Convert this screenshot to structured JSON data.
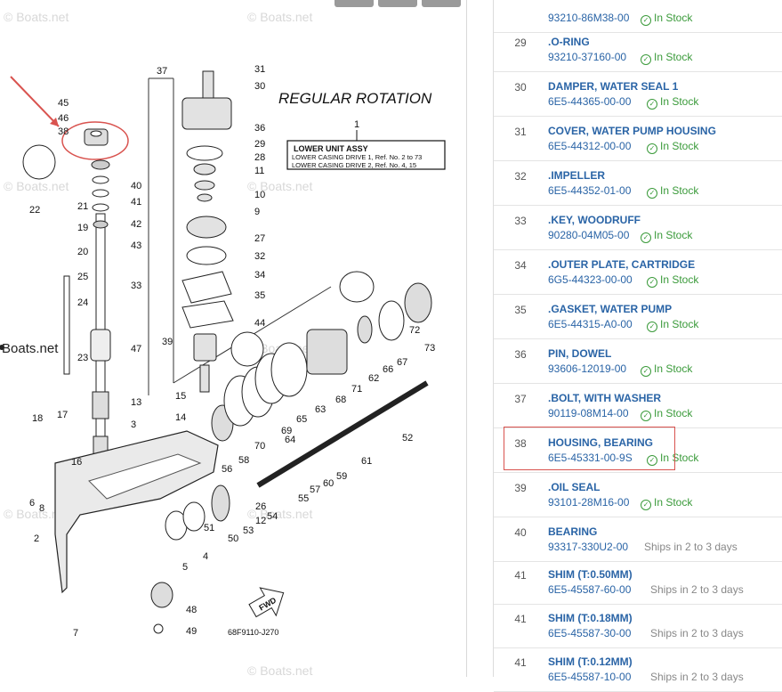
{
  "toolbar": {
    "buttons": 3
  },
  "diagram": {
    "watermark": "© Boats.net",
    "watermark_partial": "Boats.net",
    "title": "REGULAR ROTATION",
    "box_ref": "1",
    "box_heading": "LOWER UNIT ASSY",
    "box_line1": "LOWER CASING DRIVE 1,  Ref. No. 2 to 73",
    "box_line2": "LOWER CASING DRIVE 2,  Ref. No. 4, 15",
    "code": "68F9110-J270",
    "fwd": "FWD",
    "labels": [
      "37",
      "31",
      "30",
      "45",
      "46",
      "38",
      "36",
      "29",
      "28",
      "11",
      "52",
      "10",
      "9",
      "27",
      "32",
      "34",
      "35",
      "44",
      "22",
      "21",
      "19",
      "20",
      "25",
      "24",
      "33",
      "39",
      "47",
      "23",
      "13",
      "15",
      "14",
      "3",
      "18",
      "17",
      "16",
      "6",
      "8",
      "2",
      "5",
      "4",
      "50",
      "51",
      "53",
      "54",
      "55",
      "56",
      "57",
      "58",
      "59",
      "60",
      "61",
      "62",
      "63",
      "64",
      "65",
      "66",
      "67",
      "68",
      "69",
      "70",
      "71",
      "72",
      "73",
      "48",
      "49",
      "7",
      "40",
      "41",
      "42",
      "43",
      "26",
      "12"
    ]
  },
  "parts": [
    {
      "ref": "",
      "name": "",
      "part_number": "93210-86M38-00",
      "status": "In Stock",
      "in_stock": true
    },
    {
      "ref": "29",
      "name": ".O-RING",
      "part_number": "93210-37160-00",
      "status": "In Stock",
      "in_stock": true
    },
    {
      "ref": "30",
      "name": "DAMPER, WATER SEAL 1",
      "part_number": "6E5-44365-00-00",
      "status": "In Stock",
      "in_stock": true
    },
    {
      "ref": "31",
      "name": "COVER, WATER PUMP HOUSING",
      "part_number": "6E5-44312-00-00",
      "status": "In Stock",
      "in_stock": true
    },
    {
      "ref": "32",
      "name": ".IMPELLER",
      "part_number": "6E5-44352-01-00",
      "status": "In Stock",
      "in_stock": true
    },
    {
      "ref": "33",
      "name": ".KEY, WOODRUFF",
      "part_number": "90280-04M05-00",
      "status": "In Stock",
      "in_stock": true
    },
    {
      "ref": "34",
      "name": ".OUTER PLATE, CARTRIDGE",
      "part_number": "6G5-44323-00-00",
      "status": "In Stock",
      "in_stock": true
    },
    {
      "ref": "35",
      "name": ".GASKET, WATER PUMP",
      "part_number": "6E5-44315-A0-00",
      "status": "In Stock",
      "in_stock": true
    },
    {
      "ref": "36",
      "name": "PIN, DOWEL",
      "part_number": "93606-12019-00",
      "status": "In Stock",
      "in_stock": true
    },
    {
      "ref": "37",
      "name": ".BOLT, WITH WASHER",
      "part_number": "90119-08M14-00",
      "status": "In Stock",
      "in_stock": true
    },
    {
      "ref": "38",
      "name": "HOUSING, BEARING",
      "part_number": "6E5-45331-00-9S",
      "status": "In Stock",
      "in_stock": true
    },
    {
      "ref": "39",
      "name": ".OIL SEAL",
      "part_number": "93101-28M16-00",
      "status": "In Stock",
      "in_stock": true
    },
    {
      "ref": "40",
      "name": "BEARING",
      "part_number": "93317-330U2-00",
      "status": "Ships in 2 to 3 days",
      "in_stock": false
    },
    {
      "ref": "41",
      "name": "SHIM (T:0.50MM)",
      "part_number": "6E5-45587-60-00",
      "status": "Ships in 2 to 3 days",
      "in_stock": false
    },
    {
      "ref": "41",
      "name": "SHIM (T:0.18MM)",
      "part_number": "6E5-45587-30-00",
      "status": "Ships in 2 to 3 days",
      "in_stock": false
    },
    {
      "ref": "41",
      "name": "SHIM (T:0.12MM)",
      "part_number": "6E5-45587-10-00",
      "status": "Ships in 2 to 3 days",
      "in_stock": false
    }
  ],
  "colors": {
    "link": "#2a64a6",
    "in_stock": "#3a9a3a",
    "highlight": "#d9534f",
    "arrow": "#d9534f"
  }
}
